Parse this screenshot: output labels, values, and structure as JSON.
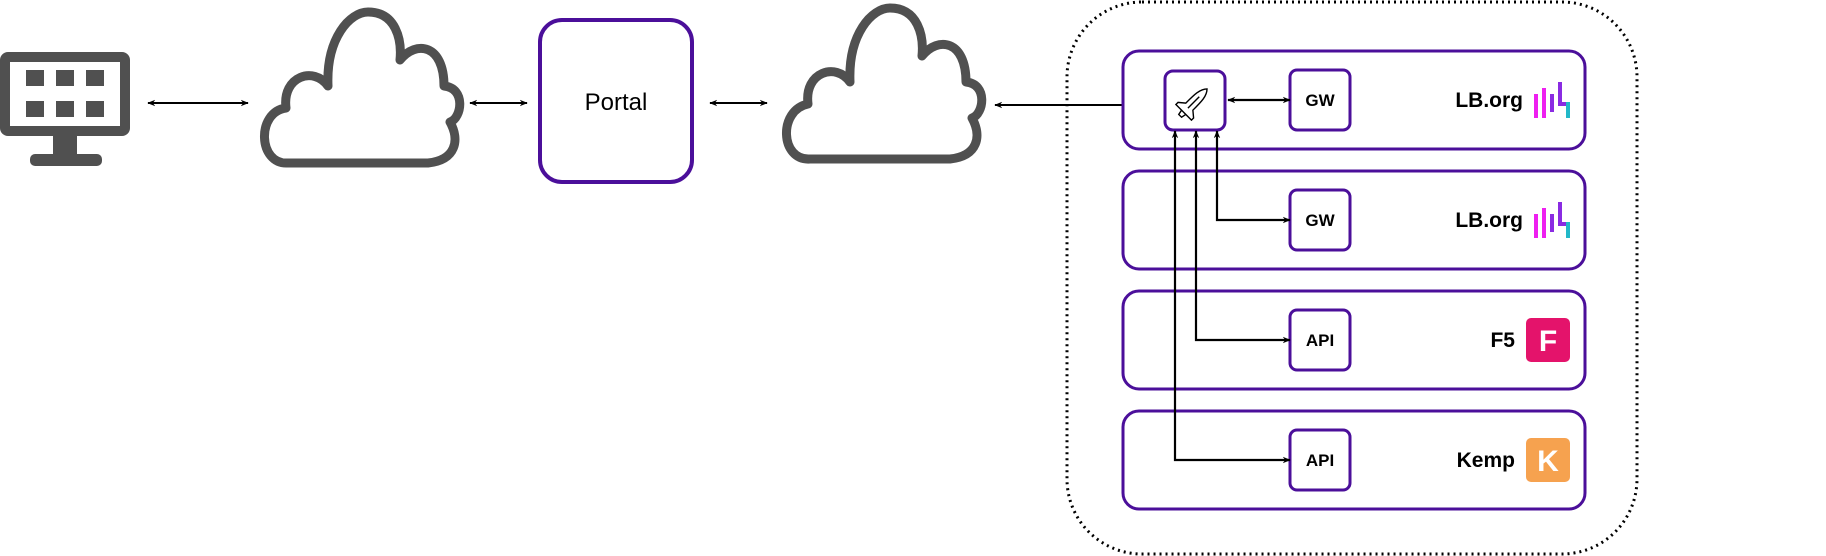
{
  "colors": {
    "purple": "#4b0f9a",
    "gray": "#505050",
    "f5": "#e4136b",
    "kemp": "#f6a24f",
    "lb_pink": "#ee1ff0",
    "lb_purple": "#8a2be2",
    "lb_teal": "#22b8c8"
  },
  "icons": {
    "client": "monitor-icon",
    "clouds": [
      "cloud-icon",
      "cloud-icon"
    ],
    "hub": "space-shuttle-icon",
    "lb_logo": "bar-logo-icon"
  },
  "portal": {
    "label": "Portal"
  },
  "rows": [
    {
      "node_label": "GW",
      "vendor": "LB.org",
      "logo": {
        "kind": "lb"
      }
    },
    {
      "node_label": "GW",
      "vendor": "LB.org",
      "logo": {
        "kind": "lb"
      }
    },
    {
      "node_label": "API",
      "vendor": "F5",
      "logo": {
        "kind": "badge",
        "letter": "F",
        "color_key": "f5"
      }
    },
    {
      "node_label": "API",
      "vendor": "Kemp",
      "logo": {
        "kind": "badge",
        "letter": "K",
        "color_key": "kemp"
      }
    }
  ]
}
